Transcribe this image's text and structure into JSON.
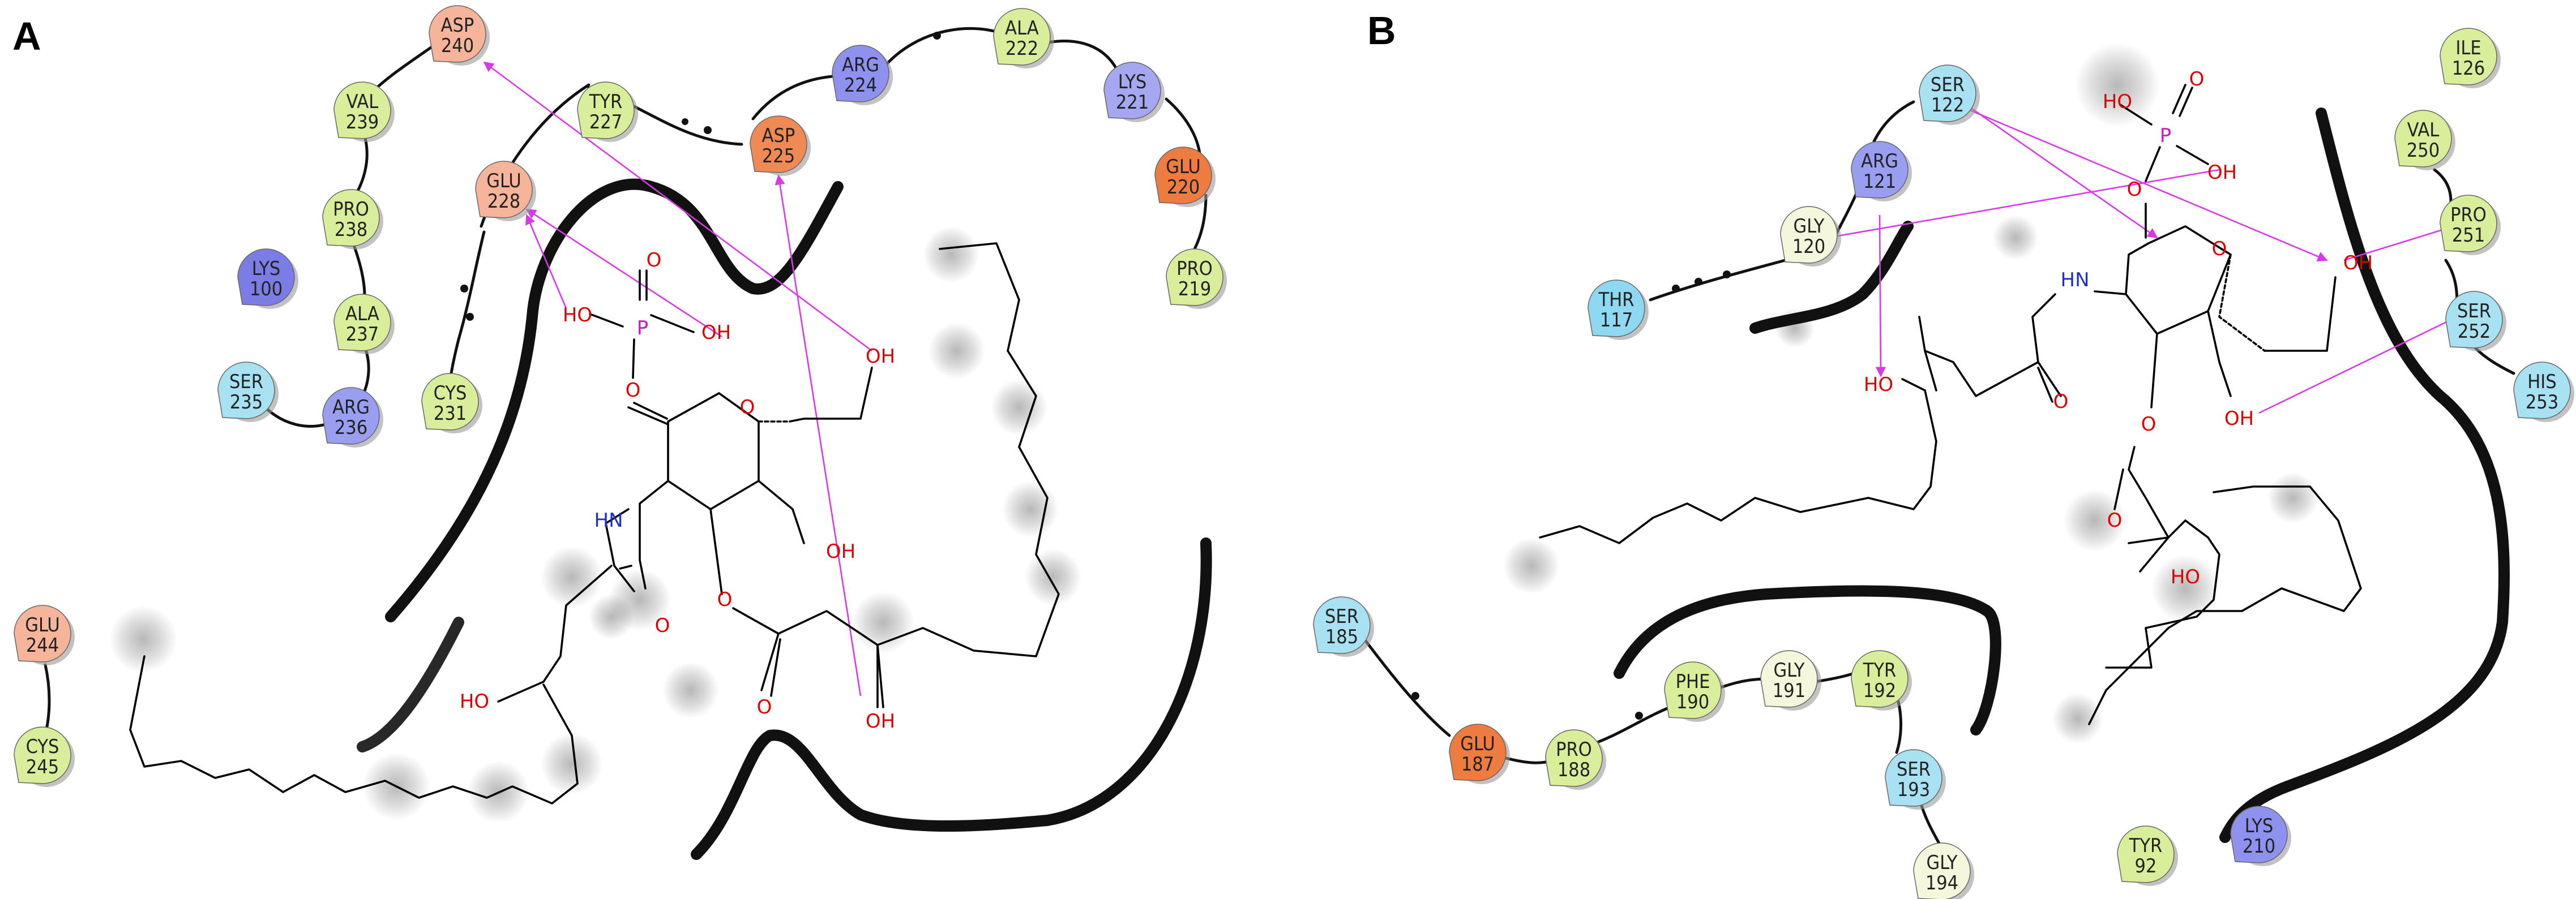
{
  "panels": [
    {
      "letter": "A",
      "residues": [
        {
          "id": "asp240",
          "name": "ASP",
          "num": "240",
          "color": "#f6b49a"
        },
        {
          "id": "val239",
          "name": "VAL",
          "num": "239",
          "color": "#d9ee9a"
        },
        {
          "id": "pro238",
          "name": "PRO",
          "num": "238",
          "color": "#d9ee9a"
        },
        {
          "id": "ala237",
          "name": "ALA",
          "num": "237",
          "color": "#d9ee9a"
        },
        {
          "id": "arg236",
          "name": "ARG",
          "num": "236",
          "color": "#9a9ef0"
        },
        {
          "id": "ser235",
          "name": "SER",
          "num": "235",
          "color": "#a8e2f2"
        },
        {
          "id": "lys100",
          "name": "LYS",
          "num": "100",
          "color": "#7c7ce6"
        },
        {
          "id": "tyr227",
          "name": "TYR",
          "num": "227",
          "color": "#d9ee9a"
        },
        {
          "id": "glu228",
          "name": "GLU",
          "num": "228",
          "color": "#f6b49a"
        },
        {
          "id": "cys231",
          "name": "CYS",
          "num": "231",
          "color": "#d9ee9a"
        },
        {
          "id": "asp225",
          "name": "ASP",
          "num": "225",
          "color": "#f08a55"
        },
        {
          "id": "arg224",
          "name": "ARG",
          "num": "224",
          "color": "#8e92ee"
        },
        {
          "id": "ala222",
          "name": "ALA",
          "num": "222",
          "color": "#d9ee9a"
        },
        {
          "id": "lys221",
          "name": "LYS",
          "num": "221",
          "color": "#a5a8f0"
        },
        {
          "id": "glu220",
          "name": "GLU",
          "num": "220",
          "color": "#ee7c40"
        },
        {
          "id": "pro219",
          "name": "PRO",
          "num": "219",
          "color": "#d9ee9a"
        },
        {
          "id": "glu244",
          "name": "GLU",
          "num": "244",
          "color": "#f6b49a"
        },
        {
          "id": "cys245",
          "name": "CYS",
          "num": "245",
          "color": "#d9ee9a"
        }
      ],
      "atoms": {
        "ho_p1": "HO",
        "p": "P",
        "o_dbl": "O",
        "oh_p2": "OH",
        "o_link": "O",
        "o_ring": "O",
        "nh": "HN",
        "o_amide": "O",
        "o_ester": "O",
        "o_carbonyl": "O",
        "oh_c6": "OH",
        "oh_c4": "OH",
        "ho_chain1": "HO",
        "oh_chain2": "OH"
      }
    },
    {
      "letter": "B",
      "residues": [
        {
          "id": "ser122",
          "name": "SER",
          "num": "122",
          "color": "#a8e2f2"
        },
        {
          "id": "arg121",
          "name": "ARG",
          "num": "121",
          "color": "#9a9ef0"
        },
        {
          "id": "gly120",
          "name": "GLY",
          "num": "120",
          "color": "#f4f7dc"
        },
        {
          "id": "thr117",
          "name": "THR",
          "num": "117",
          "color": "#8ed8f2"
        },
        {
          "id": "ile126",
          "name": "ILE",
          "num": "126",
          "color": "#d9ee9a"
        },
        {
          "id": "val250",
          "name": "VAL",
          "num": "250",
          "color": "#d9ee9a"
        },
        {
          "id": "pro251",
          "name": "PRO",
          "num": "251",
          "color": "#d9ee9a"
        },
        {
          "id": "ser252",
          "name": "SER",
          "num": "252",
          "color": "#a8e2f2"
        },
        {
          "id": "his253",
          "name": "HIS",
          "num": "253",
          "color": "#a8e2f2"
        },
        {
          "id": "ser185",
          "name": "SER",
          "num": "185",
          "color": "#a8e2f2"
        },
        {
          "id": "glu187",
          "name": "GLU",
          "num": "187",
          "color": "#ee7c40"
        },
        {
          "id": "pro188",
          "name": "PRO",
          "num": "188",
          "color": "#d9ee9a"
        },
        {
          "id": "phe190",
          "name": "PHE",
          "num": "190",
          "color": "#d9ee9a"
        },
        {
          "id": "gly191",
          "name": "GLY",
          "num": "191",
          "color": "#f4f7dc"
        },
        {
          "id": "tyr192",
          "name": "TYR",
          "num": "192",
          "color": "#d9ee9a"
        },
        {
          "id": "ser193",
          "name": "SER",
          "num": "193",
          "color": "#a8e2f2"
        },
        {
          "id": "gly194",
          "name": "GLY",
          "num": "194",
          "color": "#f4f7dc"
        },
        {
          "id": "tyr92",
          "name": "TYR",
          "num": "92",
          "color": "#d9ee9a"
        },
        {
          "id": "lys210",
          "name": "LYS",
          "num": "210",
          "color": "#8e92ee"
        }
      ],
      "atoms": {
        "ho_p1": "HO",
        "p": "P",
        "o_dbl": "O",
        "oh_p2": "OH",
        "o_link": "O",
        "o_ring": "O",
        "nh": "HN",
        "o_amide": "O",
        "o_ester": "O",
        "o_carbonyl": "O",
        "oh_c6": "OH",
        "oh_c4": "OH",
        "ho_chain1": "HO",
        "ho_chain2": "HO"
      }
    }
  ]
}
